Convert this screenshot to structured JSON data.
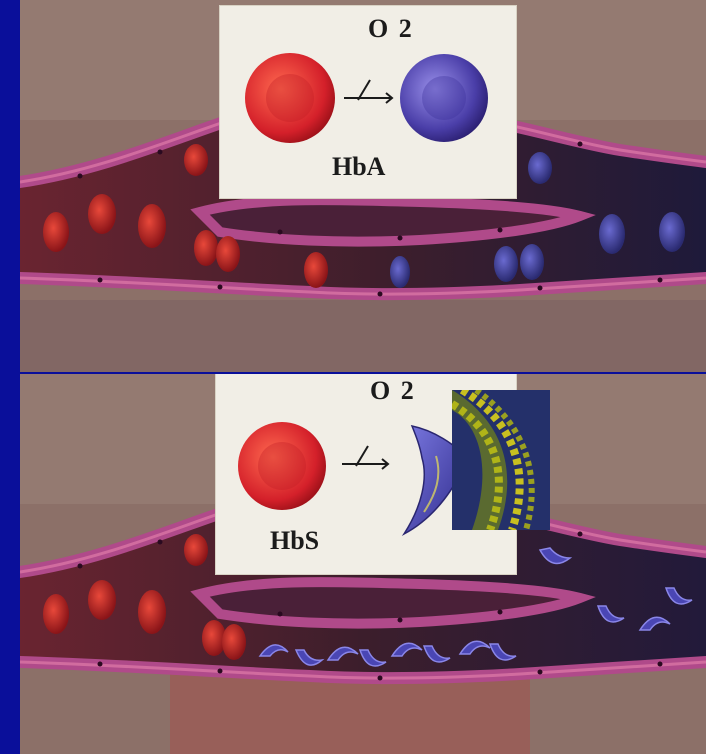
{
  "top_panel": {
    "oxygen_label": "O 2",
    "hemoglobin_label": "HbA",
    "oxygenated_cell_color": "#d4202a",
    "deoxygenated_cell_color": "#4a3ea8"
  },
  "bottom_panel": {
    "oxygen_label": "O 2",
    "hemoglobin_label": "HbS",
    "oxygenated_cell_color": "#d4202a",
    "sickled_cell_color": "#4a46b4",
    "polymer_fiber_colors": [
      "#c8c020",
      "#2a3a7a"
    ]
  },
  "colors": {
    "background_blue": "#0a0f9a",
    "vessel_wall": "#b04a8a",
    "tissue": "#8a6e66"
  }
}
